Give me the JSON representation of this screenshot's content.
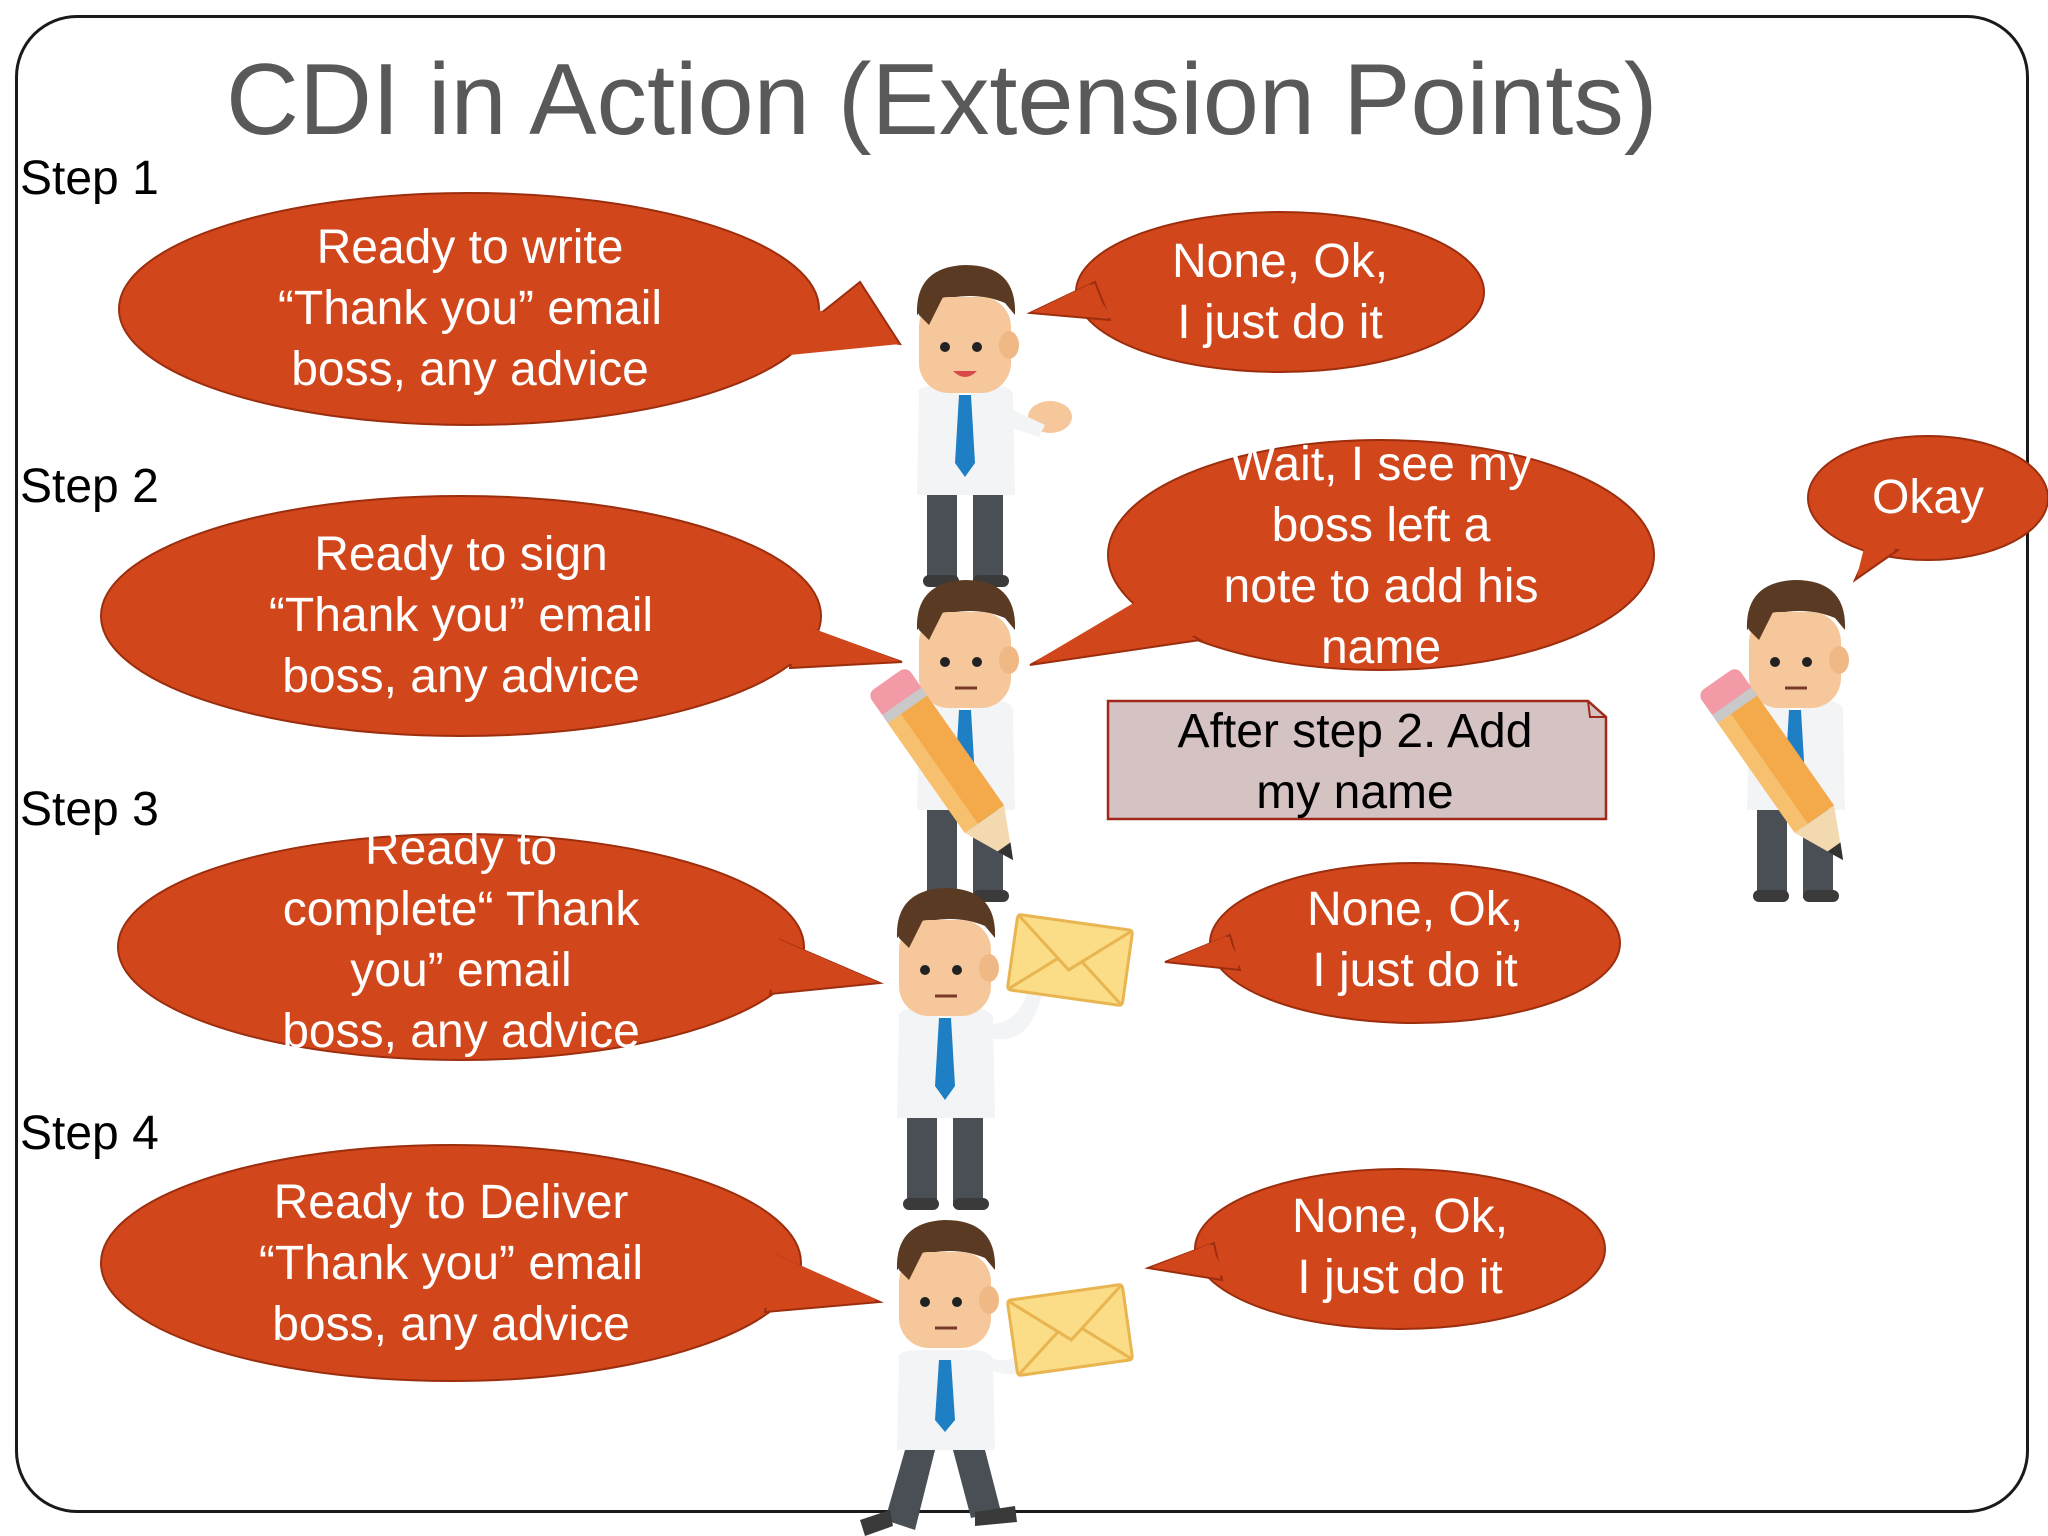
{
  "slide": {
    "title": "CDI in Action (Extension Points)",
    "steps": [
      "Step 1",
      "Step 2",
      "Step 3",
      "Step 4"
    ]
  },
  "bubbles": {
    "step1_worker": [
      "Ready to write",
      "“Thank you” email",
      "boss, any advice"
    ],
    "step1_boss": [
      "None, Ok,",
      "I just do it"
    ],
    "step2_worker": [
      "Ready to sign",
      "“Thank you” email",
      "boss, any advice"
    ],
    "step2_boss": [
      "Wait, I see my",
      "boss left a",
      "note to add his",
      "name"
    ],
    "step2_okay": [
      "Okay"
    ],
    "step3_worker": [
      "Ready to",
      "complete“ Thank",
      "you” email",
      "boss, any advice"
    ],
    "step3_boss": [
      "None, Ok,",
      "I just do it"
    ],
    "step4_worker": [
      "Ready to Deliver",
      "“Thank you” email",
      "boss, any advice"
    ],
    "step4_boss": [
      "None, Ok,",
      "I just do it"
    ]
  },
  "note": {
    "lines": [
      "After step 2. Add",
      "my name"
    ]
  },
  "colors": {
    "bubble_fill": "#d2461b",
    "bubble_stroke": "#9c2e0e",
    "note_fill": "#d5c2c2",
    "note_stroke": "#a0281a",
    "title": "#595959"
  },
  "icons": {
    "characters": [
      "businessman-waving-icon",
      "businessman-pencil-icon",
      "businessman-envelope-icon",
      "businessman-running-envelope-icon",
      "businessman-pencil-icon"
    ]
  }
}
